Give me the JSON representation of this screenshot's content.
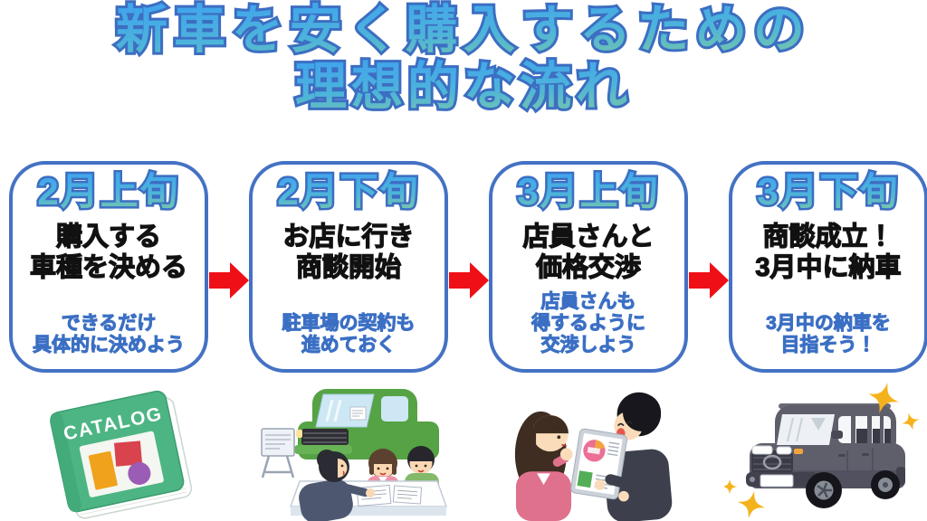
{
  "title": {
    "line1": "新車を安く購入するための",
    "line2": "理想的な流れ"
  },
  "stages": [
    {
      "period": "2月上旬",
      "action": "購入する\n車種を決める",
      "note": "できるだけ\n具体的に決めよう"
    },
    {
      "period": "2月下旬",
      "action": "お店に行き\n商談開始",
      "note": "駐車場の契約も\n進めておく"
    },
    {
      "period": "3月上旬",
      "action": "店員さんと\n価格交渉",
      "note": "店員さんも\n得するように\n交渉しよう"
    },
    {
      "period": "3月下旬",
      "action": "商談成立！\n3月中に納車",
      "note": "3月中の納車を\n目指そう！"
    }
  ],
  "illustrations": {
    "catalog_label": "CATALOG"
  },
  "colors": {
    "box_border_blue": "#4472c4",
    "arrow_red": "#ee1016",
    "note_blue": "#3b6fc4",
    "action_black": "#111111",
    "title_fill_top": "#41a5ec",
    "title_fill_bottom": "#79c7a6",
    "title_outline": "#3c6ec2"
  }
}
